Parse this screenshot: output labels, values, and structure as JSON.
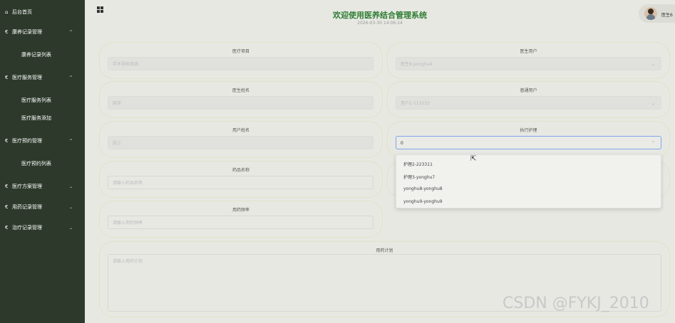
{
  "sidebar": {
    "items": [
      {
        "label": "后台首页",
        "icon": "home-icon",
        "glyph": "⌂"
      },
      {
        "label": "康养记录管理",
        "icon": "euro-icon",
        "glyph": "€",
        "chevron": "^"
      },
      {
        "label": "康养记录列表"
      },
      {
        "label": "医疗服务管理",
        "icon": "euro-icon",
        "glyph": "€",
        "chevron": "^"
      },
      {
        "label": "医疗服务列表"
      },
      {
        "label": "医疗服务添加"
      },
      {
        "label": "医疗预约管理",
        "icon": "euro-icon",
        "glyph": "€",
        "chevron": "^"
      },
      {
        "label": "医疗预约列表"
      },
      {
        "label": "医疗方案管理",
        "icon": "euro-icon",
        "glyph": "€",
        "chevron": "⌄"
      },
      {
        "label": "用药记录管理",
        "icon": "euro-icon",
        "glyph": "€",
        "chevron": "⌄"
      },
      {
        "label": "治疗记录管理",
        "icon": "euro-icon",
        "glyph": "€",
        "chevron": "⌄"
      }
    ]
  },
  "header": {
    "title": "欢迎使用医养结合管理系统",
    "timestamp": "2026-03-30 14:06:24",
    "user_name": "医生6"
  },
  "form": {
    "medical_project": {
      "label": "医疗项目",
      "value": "手术导航系统"
    },
    "doctor_user": {
      "label": "医生用户",
      "value": "医生6-yonghu4"
    },
    "doctor_name": {
      "label": "医生姓名",
      "value": "国洋"
    },
    "regular_user": {
      "label": "普通用户",
      "value": "用户1-113233"
    },
    "user_name": {
      "label": "用户姓名",
      "value": "张三"
    },
    "nurse": {
      "label": "执行护理",
      "value": "0"
    },
    "drug_name": {
      "label": "药品名称",
      "placeholder": "请输入药品名称"
    },
    "frequency": {
      "label": "用药频率",
      "placeholder": "请输入用药频率"
    },
    "plan": {
      "label": "用药计划",
      "placeholder": "请输入用药计划"
    }
  },
  "dropdown": {
    "options": [
      "护理2-223311",
      "护理3-yonghu7",
      "yonghu8-yonghu8",
      "yonghu9-yonghu9"
    ]
  },
  "watermark": "CSDN @FYKJ_2010",
  "colors": {
    "sidebar_bg": "#2d3a2b",
    "title": "#2e7d32",
    "focus_border": "#7fa6e8"
  }
}
